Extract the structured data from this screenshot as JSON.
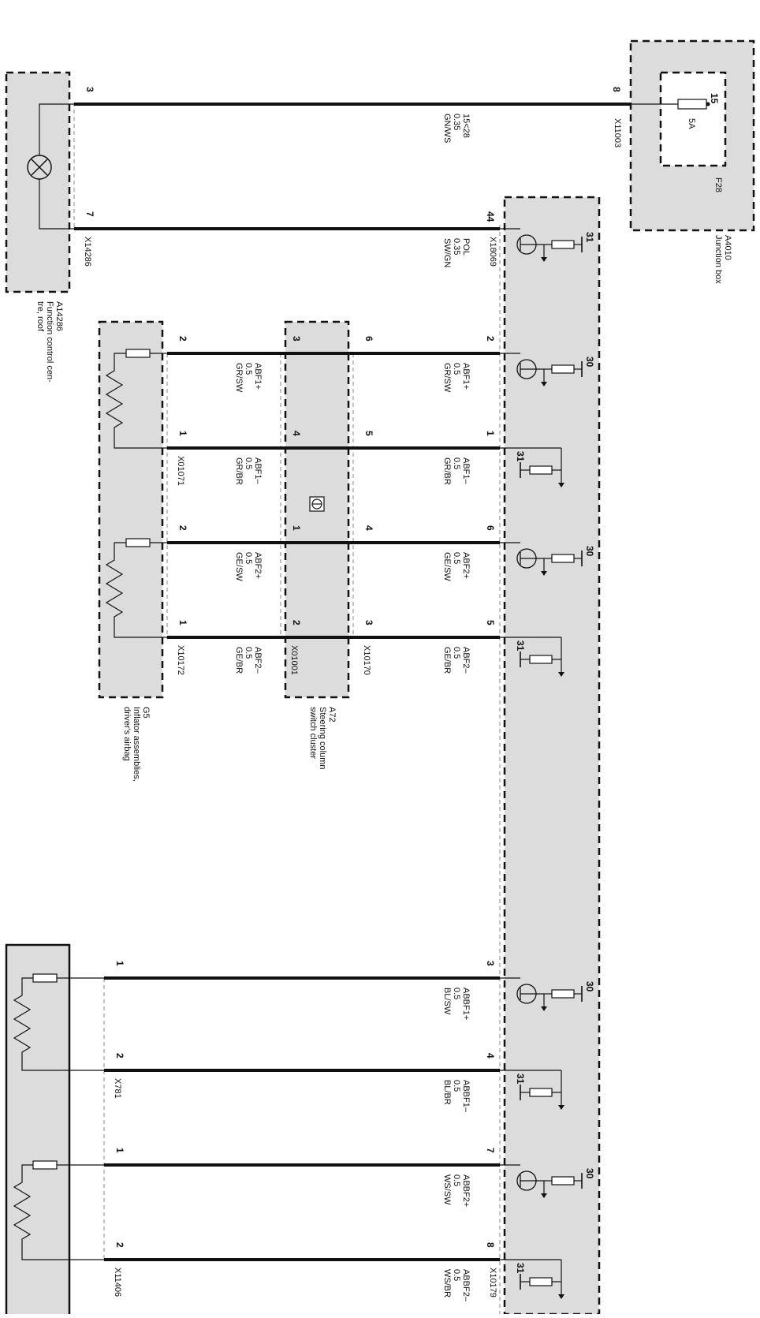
{
  "components": {
    "a4010": {
      "id": "A4010",
      "name": "Junction box",
      "fuse_id": "F28",
      "fuse_rating": "5A",
      "fuse_pin": "15"
    },
    "a14286": {
      "id": "A14286",
      "name_line1": "Function control cen-",
      "name_line2": "tre, roof"
    },
    "g5": {
      "id": "G5",
      "name_line1": "Inflator assemblies,",
      "name_line2": "driver's airbag"
    },
    "a72": {
      "id": "A72",
      "name_line1": "Steering column",
      "name_line2": "switch cluster"
    }
  },
  "connectors": {
    "x11003": "X11003",
    "x14286": "X14286",
    "x18069": "X18069",
    "x01071": "X01071",
    "x10170": "X10170",
    "x01001": "X01001",
    "x10172": "X10172",
    "x781": "X781",
    "x11406": "X11406",
    "x10179": "X10179"
  },
  "terminals": {
    "t30": "30",
    "t31": "31"
  },
  "wires": [
    {
      "key": "w1",
      "signal": "15<28",
      "gauge": "0.35",
      "color": "GN/WS",
      "pin_right": "8",
      "pin_left": "3"
    },
    {
      "key": "w2",
      "signal": "POL",
      "gauge": "0.35",
      "color": "SW/GN",
      "pin_right": "44",
      "pin_left": "7"
    },
    {
      "key": "w3",
      "signal": "ABF1+",
      "gauge": "0.5",
      "color": "GR/SW",
      "pin_right": "2",
      "pin_mid_r": "6",
      "pin_mid_l": "3",
      "pin_left": "2",
      "signal2": "ABF1+",
      "gauge2": "0.5",
      "color2": "GR/SW"
    },
    {
      "key": "w4",
      "signal": "ABF1–",
      "gauge": "0.5",
      "color": "GR/BR",
      "pin_right": "1",
      "pin_mid_r": "5",
      "pin_mid_l": "4",
      "pin_left": "1",
      "signal2": "ABF1–",
      "gauge2": "0.5",
      "color2": "GR/BR"
    },
    {
      "key": "w5",
      "signal": "ABF2+",
      "gauge": "0.5",
      "color": "GE/SW",
      "pin_right": "6",
      "pin_mid_r": "4",
      "pin_mid_l": "1",
      "pin_left": "2",
      "signal2": "ABF2+",
      "gauge2": "0.5",
      "color2": "GE/SW"
    },
    {
      "key": "w6",
      "signal": "ABF2–",
      "gauge": "0.5",
      "color": "GE/BR",
      "pin_right": "5",
      "pin_mid_r": "3",
      "pin_mid_l": "2",
      "pin_left": "1",
      "signal2": "ABF2–",
      "gauge2": "0.5",
      "color2": "GE/BR"
    },
    {
      "key": "w7",
      "signal": "ABBF1+",
      "gauge": "0.5",
      "color": "BL/SW",
      "pin_right": "3",
      "pin_left": "1"
    },
    {
      "key": "w8",
      "signal": "ABBF1–",
      "gauge": "0.5",
      "color": "BL/BR",
      "pin_right": "4",
      "pin_left": "2"
    },
    {
      "key": "w9",
      "signal": "ABBF2+",
      "gauge": "0.5",
      "color": "WS/SW",
      "pin_right": "7",
      "pin_left": "1"
    },
    {
      "key": "w10",
      "signal": "ABBF2–",
      "gauge": "0.5",
      "color": "WS/BR",
      "pin_right": "8",
      "pin_left": "2"
    }
  ]
}
